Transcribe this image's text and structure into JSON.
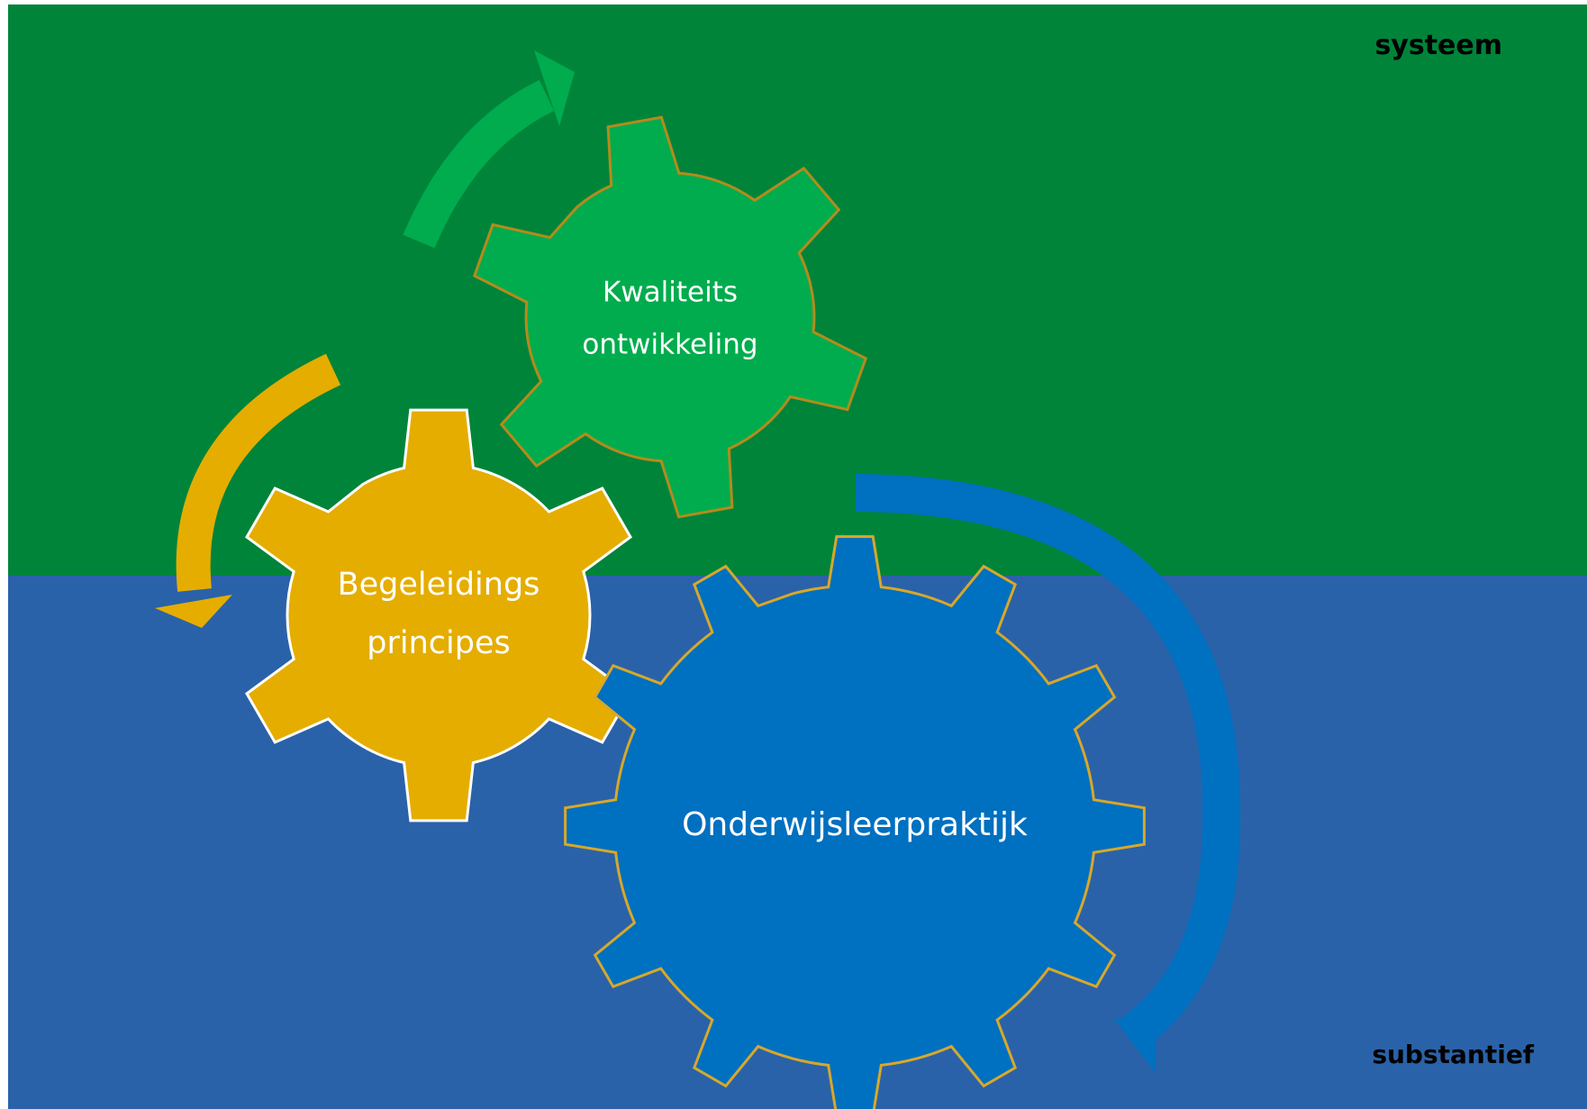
{
  "zones": {
    "top": {
      "label": "systeem",
      "color": "#00843a"
    },
    "bottom": {
      "label": "substantief",
      "color": "#2a62a9"
    }
  },
  "gears": {
    "quality": {
      "lines": [
        "Kwaliteits",
        "ontwikkeling"
      ],
      "fill": "#00ac4d",
      "stroke": "#b58b1c",
      "teeth": 6
    },
    "guidance": {
      "lines": [
        "Begeleidings",
        "principes"
      ],
      "fill": "#e5ad00",
      "stroke": "#ffffff",
      "teeth": 6
    },
    "practice": {
      "lines": [
        "Onderwijsleerpraktijk"
      ],
      "fill": "#0070c0",
      "stroke": "#d7a82a",
      "teeth": 12
    }
  },
  "arrows": {
    "green": {
      "color": "#00ac4d"
    },
    "orange": {
      "color": "#e5ad00"
    },
    "blue": {
      "color": "#0070c0"
    }
  }
}
